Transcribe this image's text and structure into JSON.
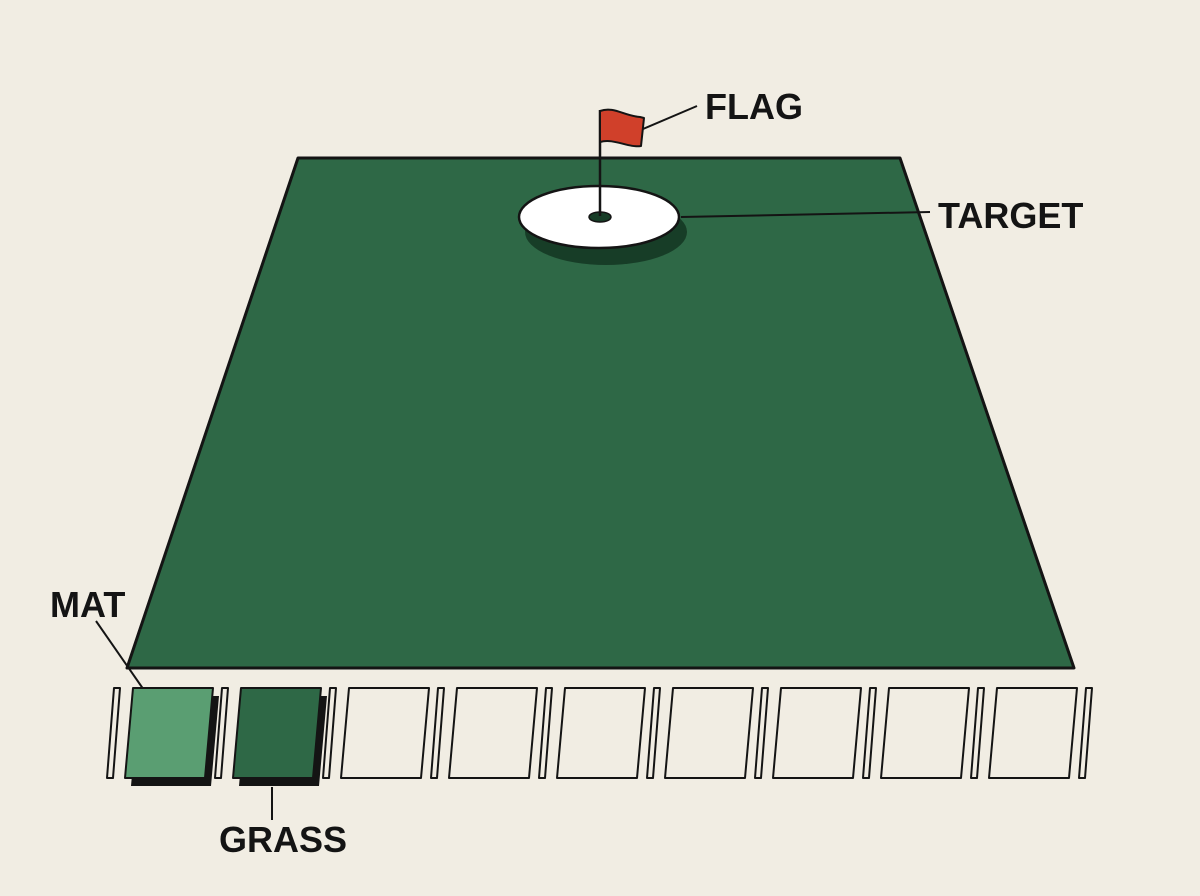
{
  "labels": {
    "flag": "FLAG",
    "target": "TARGET",
    "mat": "MAT",
    "grass": "GRASS"
  },
  "colors": {
    "background": "#f1ede3",
    "range_green": "#2e6846",
    "mat_green": "#5a9e72",
    "grass_green": "#2e6846",
    "flag_red": "#d0402a",
    "target_white": "#ffffff",
    "outline": "#141414"
  },
  "bays": {
    "total": 9,
    "marked": [
      {
        "position": 1,
        "surface": "mat"
      },
      {
        "position": 2,
        "surface": "grass"
      }
    ]
  }
}
